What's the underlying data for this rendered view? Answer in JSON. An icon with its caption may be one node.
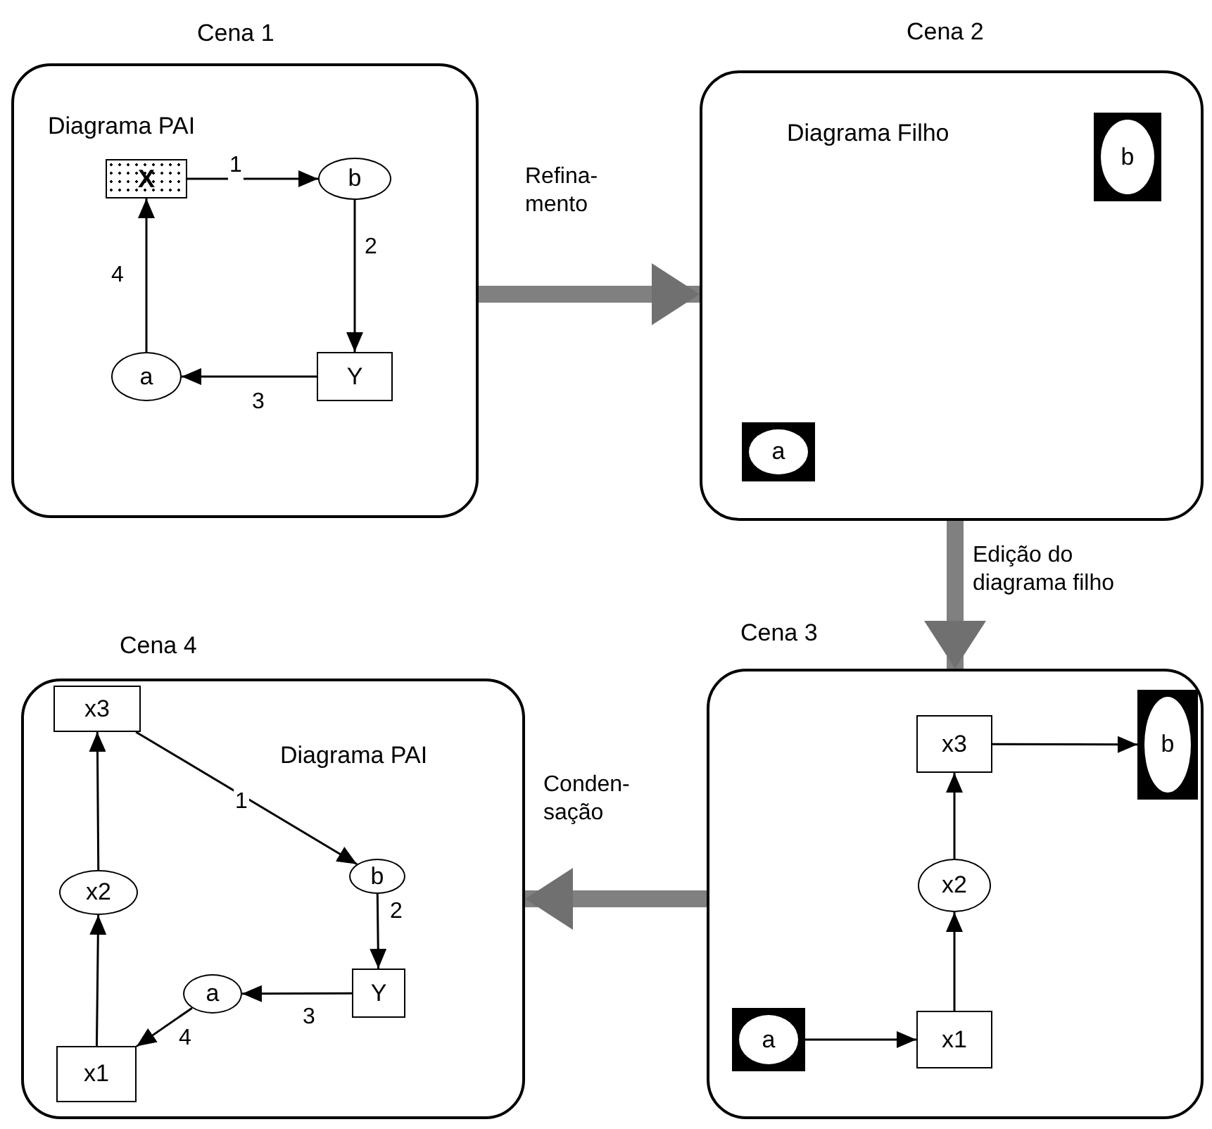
{
  "diagram": {
    "nodes": [
      {
        "text": [
          "Cena 1",
          "Diagrama PAI"
        ]
      },
      {
        "text": [
          "X"
        ],
        "in": 0
      },
      {
        "text": [
          "b"
        ],
        "in": 0
      },
      {
        "text": [
          "Y"
        ],
        "in": 0
      },
      {
        "text": [
          "a"
        ],
        "in": 0
      },
      {
        "text": [
          "Cena 2",
          "Diagrama Filho"
        ]
      },
      {
        "text": [
          "b"
        ],
        "in": 5
      },
      {
        "text": [
          "a"
        ],
        "in": 5
      },
      {
        "text": [
          "Cena 3"
        ]
      },
      {
        "text": [
          "x3"
        ],
        "in": 8
      },
      {
        "text": [
          "b"
        ],
        "in": 8
      },
      {
        "text": [
          "x2"
        ],
        "in": 8
      },
      {
        "text": [
          "a"
        ],
        "in": 8
      },
      {
        "text": [
          "x1"
        ],
        "in": 8
      },
      {
        "text": [
          "Cena 4",
          "Diagrama PAI"
        ]
      },
      {
        "text": [
          "x3"
        ],
        "in": 14
      },
      {
        "text": [
          "x2"
        ],
        "in": 14
      },
      {
        "text": [
          "b"
        ],
        "in": 14
      },
      {
        "text": [
          "Y"
        ],
        "in": 14
      },
      {
        "text": [
          "a"
        ],
        "in": 14
      },
      {
        "text": [
          "x1"
        ],
        "in": 14
      }
    ],
    "edges": [
      {
        "from": 0,
        "to": 5,
        "arrow": "to",
        "label": "Refina- mento",
        "style": "thick",
        "color": "#808080"
      },
      {
        "from": 5,
        "to": 8,
        "arrow": "to",
        "label": "Edição do diagrama filho",
        "style": "thick",
        "color": "#808080"
      },
      {
        "from": 8,
        "to": 14,
        "arrow": "to",
        "label": "Conden- sação",
        "style": "thick",
        "color": "#808080"
      },
      {
        "from": 1,
        "to": 2,
        "arrow": "to",
        "label": "1"
      },
      {
        "from": 2,
        "to": 3,
        "arrow": "to",
        "label": "2"
      },
      {
        "from": 3,
        "to": 4,
        "arrow": "to",
        "label": "3"
      },
      {
        "from": 4,
        "to": 1,
        "arrow": "to",
        "label": "4"
      },
      {
        "from": 12,
        "to": 13,
        "arrow": "to"
      },
      {
        "from": 13,
        "to": 11,
        "arrow": "to"
      },
      {
        "from": 11,
        "to": 9,
        "arrow": "to"
      },
      {
        "from": 9,
        "to": 10,
        "arrow": "to"
      },
      {
        "from": 15,
        "to": 17,
        "arrow": "to",
        "label": "1"
      },
      {
        "from": 17,
        "to": 18,
        "arrow": "to",
        "label": "2"
      },
      {
        "from": 18,
        "to": 19,
        "arrow": "to",
        "label": "3"
      },
      {
        "from": 19,
        "to": 20,
        "arrow": "to",
        "label": "4"
      },
      {
        "from": 20,
        "to": 16,
        "arrow": "to"
      },
      {
        "from": 16,
        "to": 15,
        "arrow": "to"
      }
    ]
  }
}
